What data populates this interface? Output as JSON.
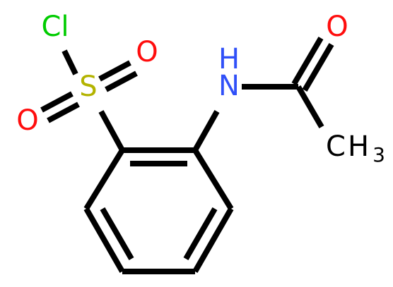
{
  "molecule": {
    "atoms": {
      "chlorine": "Cl",
      "sulfur": "S",
      "sulfonyl_oxygen_right": "O",
      "sulfonyl_oxygen_left": "O",
      "nitrogen": "N",
      "hydrogen": "H",
      "carbonyl_oxygen": "O",
      "methyl_carbon": "C",
      "methyl_hydrogen": "H",
      "methyl_subscript": "3"
    },
    "colors": {
      "bond": "#000000",
      "chlorine": "#00CC00",
      "sulfur": "#B3B300",
      "oxygen": "#FF0D0D",
      "nitrogen": "#3050F8",
      "carbon": "#000000"
    }
  }
}
